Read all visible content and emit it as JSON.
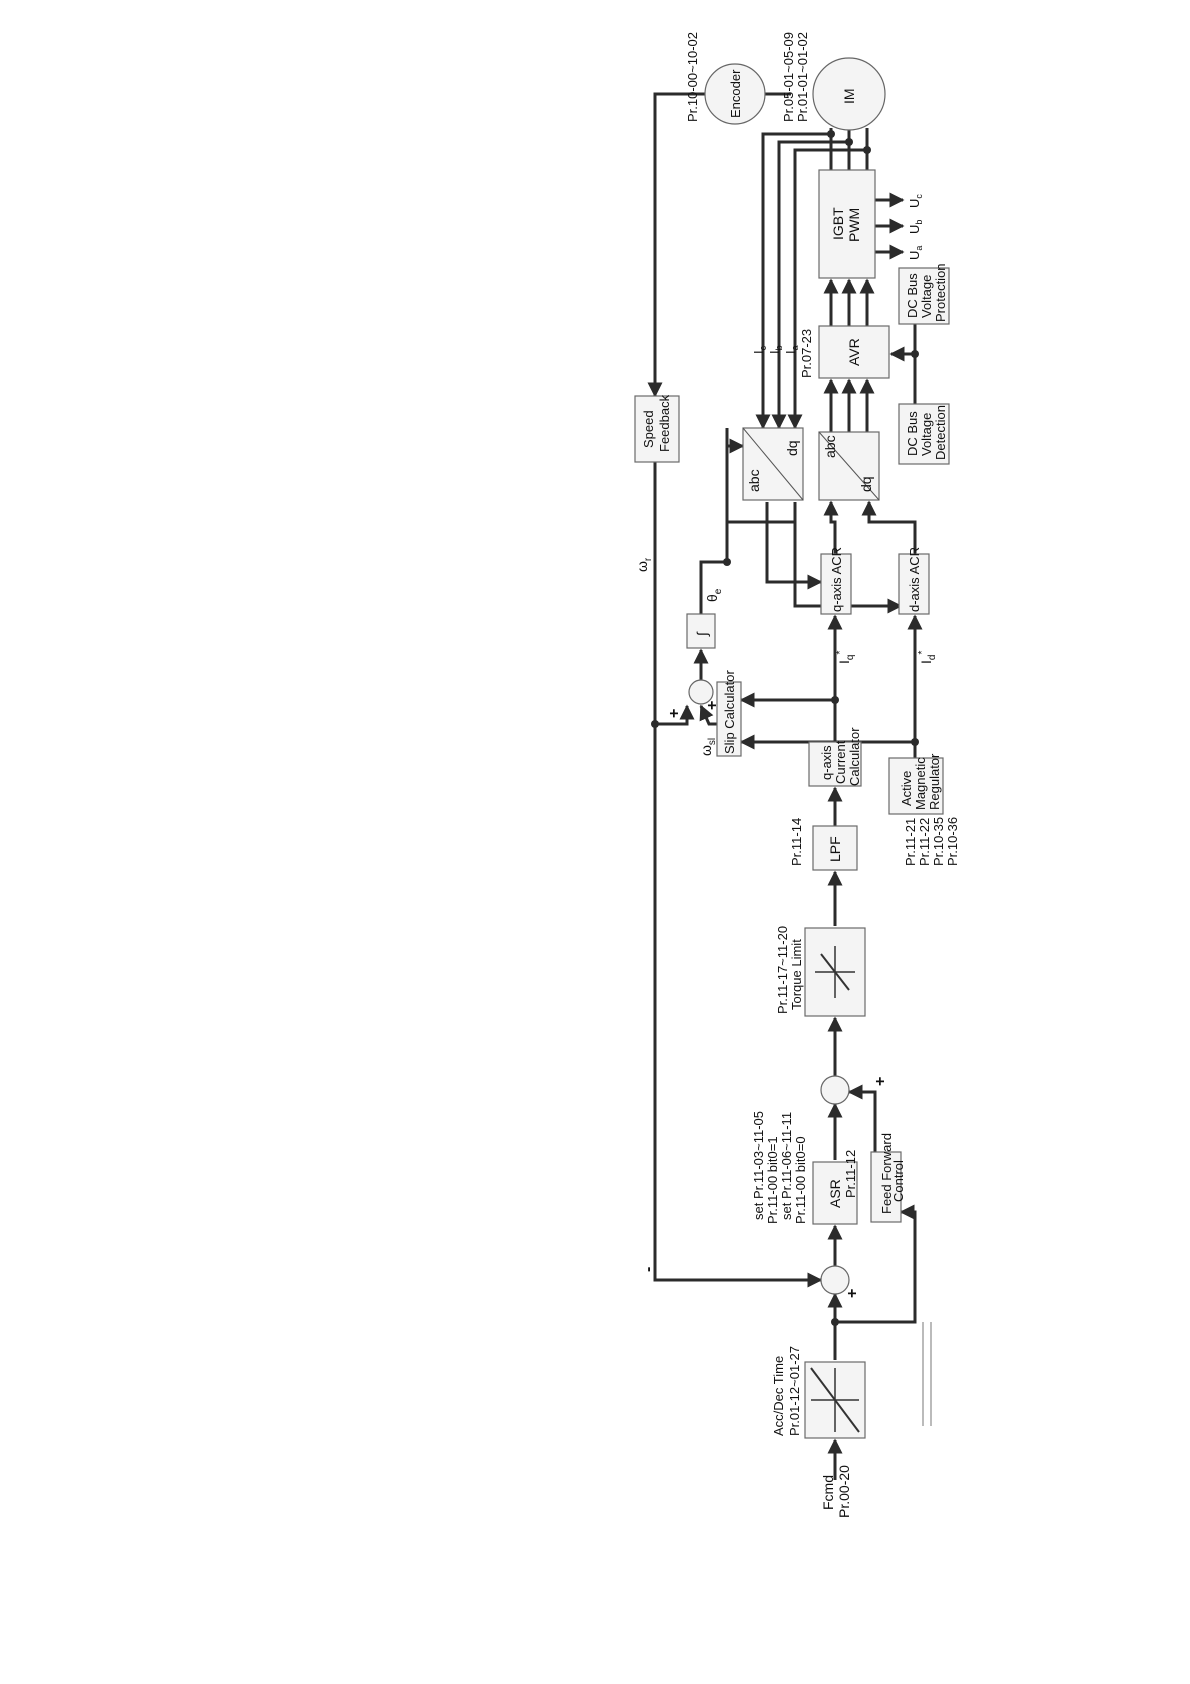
{
  "blocks": {
    "accdec": "Acc/Dec Time",
    "accdec_pr": "Pr.01-12~01-27",
    "ffc_l1": "Feed Forward",
    "ffc_l2": "Control",
    "ffc_pr": "Pr.11-12",
    "asr": "ASR",
    "asr_pr": [
      "Pr.11-00 bit0=0",
      "set Pr.11-06~11-11",
      "Pr.11-00 bit0=1",
      "set Pr.11-03~11-05"
    ],
    "torque": "Torque Limit",
    "torque_pr": "Pr.11-17~11-20",
    "lpf": "LPF",
    "lpf_pr": "Pr.11-14",
    "amr": [
      "Active",
      "Magnetic",
      "Regulator"
    ],
    "amr_pr": [
      "Pr.11-21",
      "Pr.11-22",
      "Pr.10-35",
      "Pr.10-36"
    ],
    "qcc": [
      "q-axis",
      "Current",
      "Calculator"
    ],
    "slip": "Slip Calculator",
    "dacr": "d-axis ACR",
    "qacr": "q-axis ACR",
    "dq": "dq",
    "abc": "abc",
    "integ": "∫",
    "avr": "AVR",
    "avr_pr": "Pr.07-23",
    "dcdet": [
      "DC Bus",
      "Voltage",
      "Detection"
    ],
    "dcprot": [
      "DC Bus",
      "Voltage",
      "Protection"
    ],
    "igbt": [
      "IGBT",
      "PWM"
    ],
    "im": "IM",
    "im_pr": [
      "Pr.01-01~01-02",
      "Pr.05-01~05-09"
    ],
    "encoder": "Encoder",
    "enc_pr": "Pr.10-00~10-02",
    "speedfb": [
      "Speed",
      "Feedback"
    ]
  },
  "signals": {
    "fcmd": "Fcmd",
    "fcmd_pr": "Pr.00-20",
    "id": "I",
    "id_sub": "d",
    "iq": "I",
    "iq_sub": "q",
    "star": "*",
    "theta": "θ",
    "theta_sub": "e",
    "wsl": "ω",
    "wsl_sub": "sl",
    "wr": "ω",
    "wr_sub": "r",
    "ua": "U",
    "ua_sub": "a",
    "ub": "U",
    "ub_sub": "b",
    "uc": "U",
    "uc_sub": "c",
    "ia": "I",
    "ia_sub": "a",
    "ib": "I",
    "ib_sub": "b",
    "ic": "I",
    "ic_sub": "c",
    "plus": "+",
    "minus": "-"
  }
}
